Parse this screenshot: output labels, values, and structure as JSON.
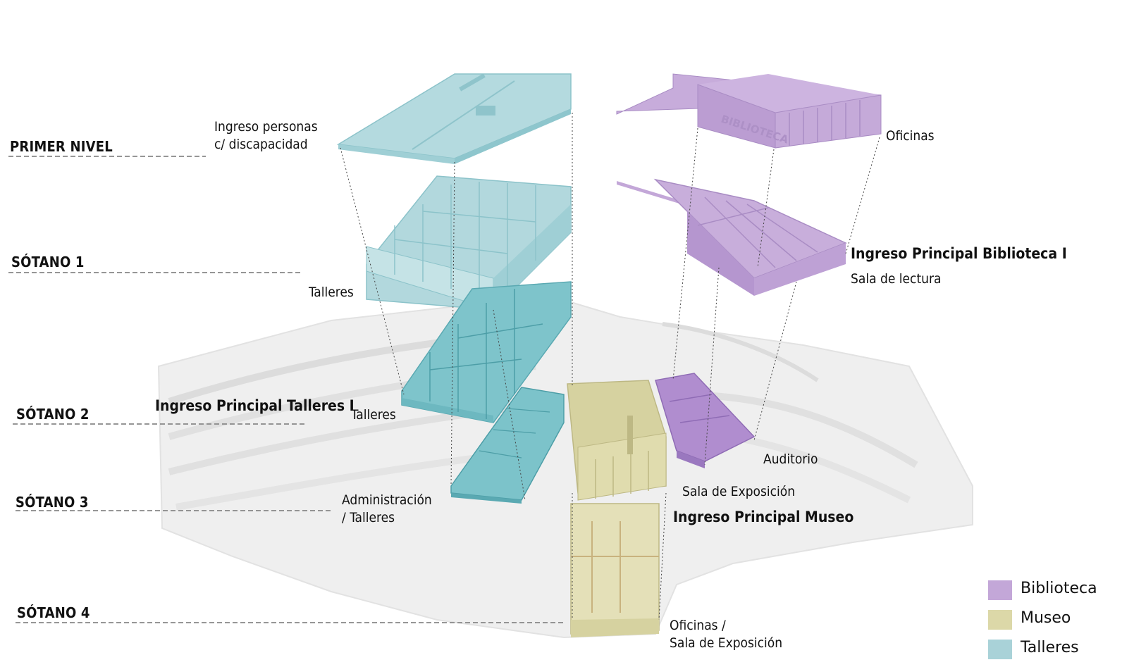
{
  "levels": [
    {
      "label": "PRIMER NIVEL"
    },
    {
      "label": "SÓTANO 1"
    },
    {
      "label": "SÓTANO 2"
    },
    {
      "label": "SÓTANO 3"
    },
    {
      "label": "SÓTANO 4"
    }
  ],
  "annotations": {
    "ingreso_personas_1": "Ingreso personas",
    "ingreso_personas_2": "c/ discapacidad",
    "oficinas": "Oficinas",
    "ingreso_biblioteca": "Ingreso Principal Biblioteca I",
    "sala_lectura": "Sala de lectura",
    "talleres_s1": "Talleres",
    "ingreso_talleres": "Ingreso Principal Talleres I",
    "talleres_s2": "Talleres",
    "auditorio": "Auditorio",
    "sala_exposicion": "Sala de Exposición",
    "admin_1": "Administración",
    "admin_2": "/ Talleres",
    "ingreso_museo": "Ingreso Principal Museo",
    "oficinas_expo_1": "Oficinas /",
    "oficinas_expo_2": "Sala de Exposición",
    "facade_text": "BIBLIOTECA"
  },
  "legend": [
    {
      "label": "Biblioteca",
      "color": "#c3a7d8"
    },
    {
      "label": "Museo",
      "color": "#dcd8a8"
    },
    {
      "label": "Talleres",
      "color": "#a9d2d8"
    }
  ],
  "colors": {
    "talleres": "#a9d2d8",
    "talleres_dark": "#6db8c0",
    "biblioteca": "#c3a7d8",
    "museo": "#dcd8a8",
    "site": "#eeeeee"
  }
}
